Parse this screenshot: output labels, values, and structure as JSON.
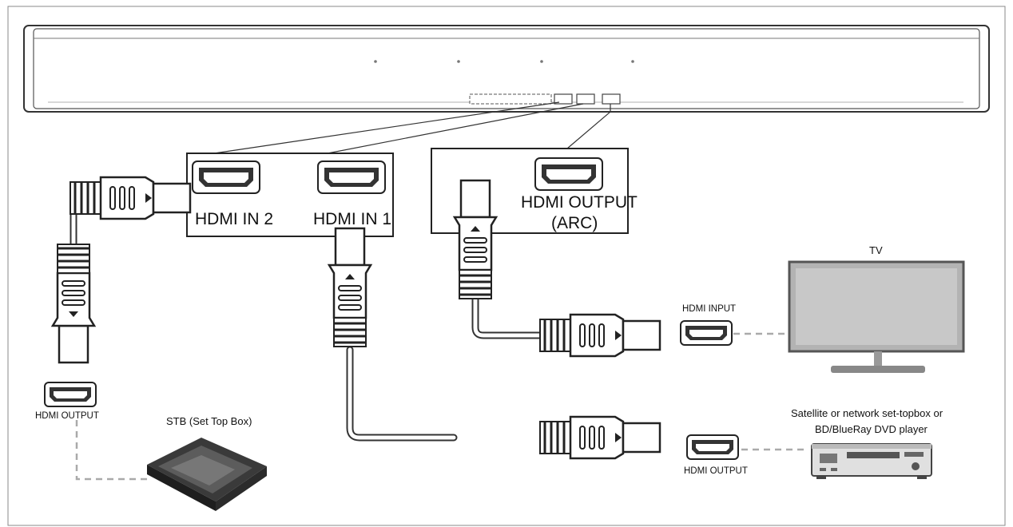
{
  "ports": {
    "hdmi_in_2": "HDMI IN 2",
    "hdmi_in_1": "HDMI IN 1",
    "hdmi_output_arc_line1": "HDMI OUTPUT",
    "hdmi_output_arc_line2": "(ARC)"
  },
  "devices": {
    "tv": "TV",
    "tv_port": "HDMI INPUT",
    "stb": "STB (Set Top Box)",
    "stb_port": "HDMI OUTPUT",
    "player_line1": "Satellite or network set-topbox or",
    "player_line2": "BD/BlueRay DVD player",
    "player_port": "HDMI OUTPUT"
  }
}
